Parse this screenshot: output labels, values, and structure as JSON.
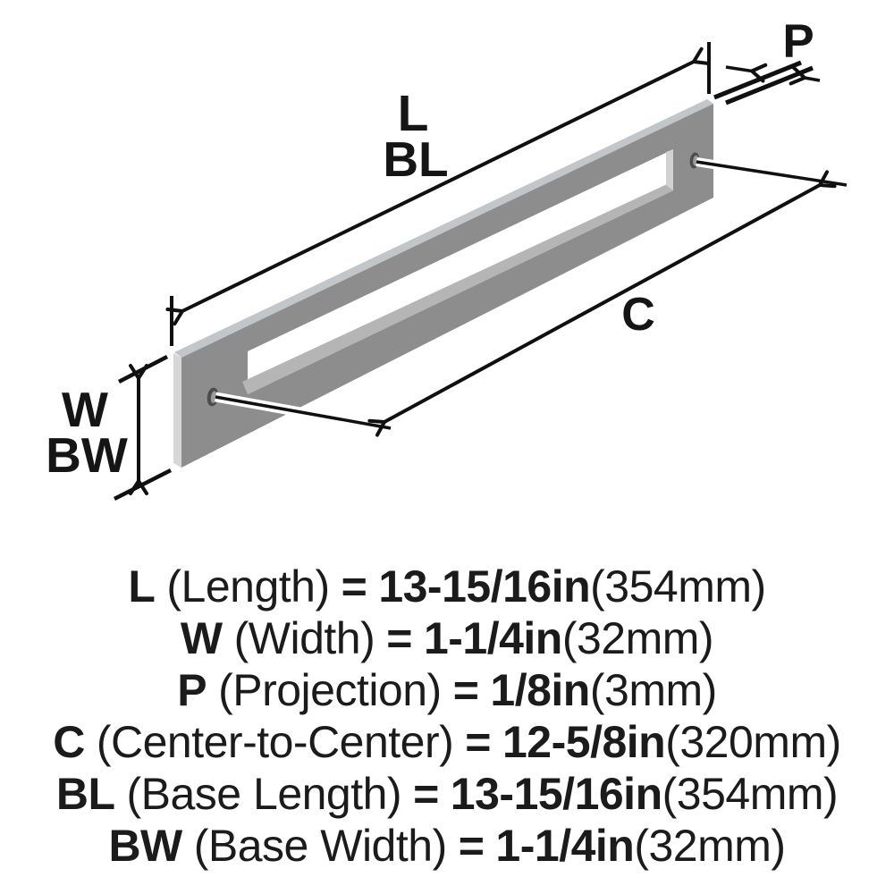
{
  "diagram": {
    "labels": {
      "length": "L",
      "base_length": "BL",
      "projection": "P",
      "center_to_center": "C",
      "width": "W",
      "base_width": "BW"
    }
  },
  "specs": {
    "rows": [
      {
        "symbol": "L",
        "descriptor": "(Length)",
        "equals": "=",
        "imperial": "13-15/16in",
        "metric": "(354mm)"
      },
      {
        "symbol": "W",
        "descriptor": "(Width)",
        "equals": "=",
        "imperial": "1-1/4in",
        "metric": "(32mm)"
      },
      {
        "symbol": "P",
        "descriptor": "(Projection)",
        "equals": "=",
        "imperial": "1/8in",
        "metric": "(3mm)"
      },
      {
        "symbol": "C",
        "descriptor": "(Center-to-Center)",
        "equals": "=",
        "imperial": "12-5/8in",
        "metric": "(320mm)"
      },
      {
        "symbol": "BL",
        "descriptor": "(Base Length)",
        "equals": "=",
        "imperial": "13-15/16in",
        "metric": "(354mm)"
      },
      {
        "symbol": "BW",
        "descriptor": "(Base Width)",
        "equals": "=",
        "imperial": "1-1/4in",
        "metric": "(32mm)"
      }
    ]
  },
  "colors": {
    "line": "#101010",
    "label_text": "#151515",
    "spec_text": "#1b1b1b",
    "handle_face": "#8d8d8d",
    "handle_edge_top": "#c3c6c8",
    "handle_edge_left": "#d7d7d7",
    "cutout_inner_bottom": "#b5b5b5",
    "cutout_inner_right": "#d2d2d2",
    "hole_ring": "#4d4d4d",
    "hole_core": "#9c9c9c",
    "background": "#ffffff"
  }
}
